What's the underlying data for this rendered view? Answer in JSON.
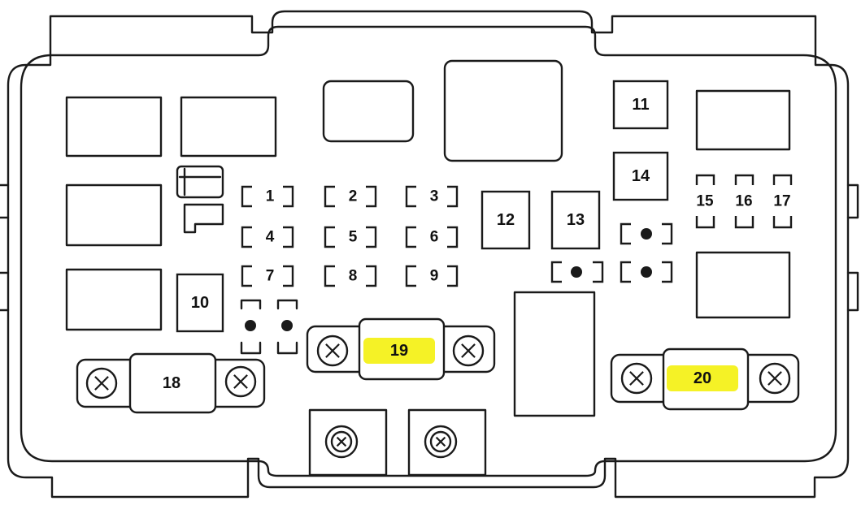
{
  "diagram": {
    "line_color": "#1a1a1a",
    "highlight_color": "#f4f11a",
    "fuse_labels": {
      "f1": "1",
      "f2": "2",
      "f3": "3",
      "f4": "4",
      "f5": "5",
      "f6": "6",
      "f7": "7",
      "f8": "8",
      "f9": "9",
      "f15": "15",
      "f16": "16",
      "f17": "17"
    },
    "box_labels": {
      "r10": "10",
      "r11": "11",
      "r12": "12",
      "r13": "13",
      "r14": "14"
    },
    "main_fuses": {
      "m18": "18",
      "m19": "19",
      "m20": "20"
    },
    "highlighted": [
      "19",
      "20"
    ],
    "icons": {
      "bolt": "x-bolt-icon",
      "terminal": "ring-terminal-icon"
    }
  }
}
